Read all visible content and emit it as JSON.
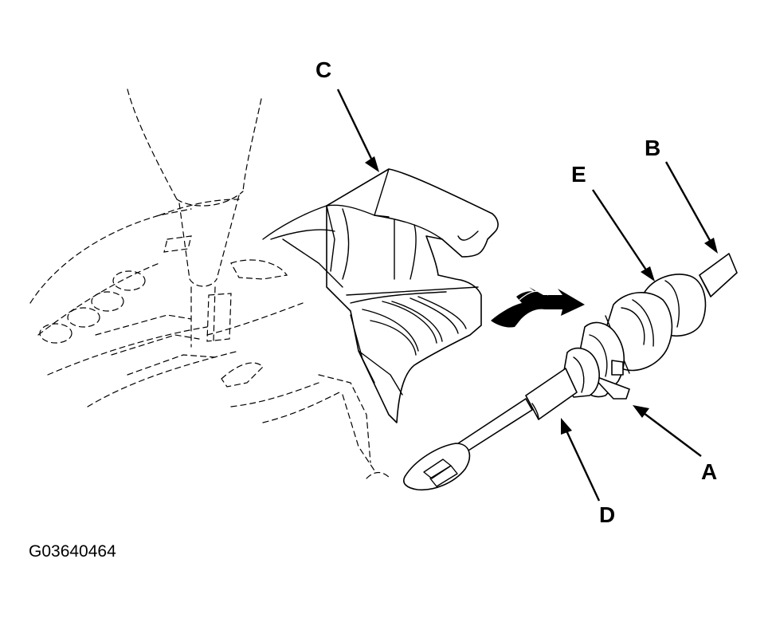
{
  "figure": {
    "id_text": "G03640464"
  },
  "callouts": {
    "A": "A",
    "B": "B",
    "C": "C",
    "D": "D",
    "E": "E"
  }
}
